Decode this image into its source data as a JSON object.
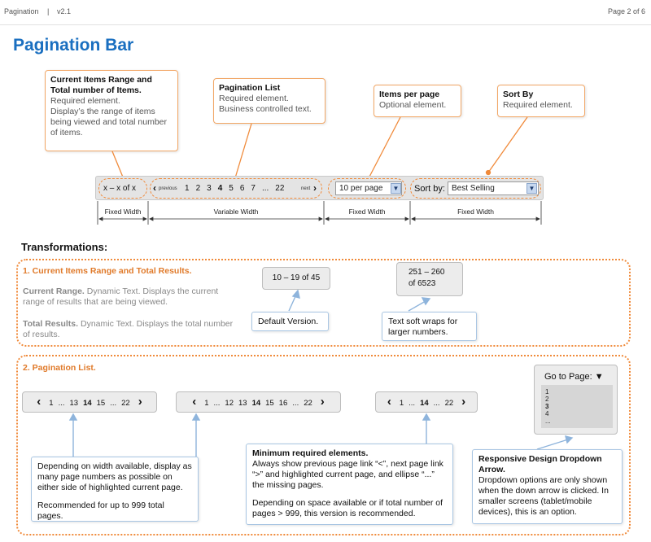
{
  "header": {
    "app": "Pagination",
    "separator": "|",
    "version": "v2.1",
    "page": "Page 2 of 6"
  },
  "title": "Pagination Bar",
  "callouts": {
    "range": {
      "title": "Current Items Range and Total number of Items.",
      "body": "Required element.\nDisplay’s the range of items being viewed and total number of items."
    },
    "list": {
      "title": "Pagination List",
      "body": "Required element.\nBusiness controlled text."
    },
    "per_page": {
      "title": "Items per page",
      "body": "Optional element."
    },
    "sort": {
      "title": "Sort By",
      "body": "Required element."
    }
  },
  "bar": {
    "range": "x – x of x",
    "prev_label": "previous",
    "next_label": "next",
    "pages": [
      "1",
      "2",
      "3",
      "4",
      "5",
      "6",
      "7",
      "...",
      "22"
    ],
    "current_page": "4",
    "per_page_value": "10 per page",
    "sort_label": "Sort by:",
    "sort_value": "Best Selling"
  },
  "widths": [
    "Fixed Width",
    "Variable Width",
    "Fixed Width",
    "Fixed Width"
  ],
  "transformations_heading": "Transformations:",
  "section1": {
    "title": "1. Current Items Range and Total Results.",
    "range_label": "Current Range.",
    "range_desc": " Dynamic Text. Displays the current range of results that are being viewed.",
    "total_label": "Total Results.",
    "total_desc": " Dynamic Text. Displays the total number of results.",
    "example_default": "10 – 19 of 45",
    "example_wrap_1": "251 – 260",
    "example_wrap_2": "of 6523",
    "note_default": "Default Version.",
    "note_wrap": "Text soft wraps for larger numbers."
  },
  "section2": {
    "title": "2. Pagination List.",
    "examples": [
      [
        "‹",
        "1",
        "...",
        "13",
        "14",
        "15",
        "...",
        "22",
        "›"
      ],
      [
        "‹",
        "1",
        "...",
        "12",
        "13",
        "14",
        "15",
        "16",
        "...",
        "22",
        "›"
      ],
      [
        "‹",
        "1",
        "...",
        "14",
        "...",
        "22",
        "›"
      ]
    ],
    "current": "14",
    "goto_title": "Go to Page: ▼",
    "goto_options": [
      "1",
      "2",
      "3",
      "4",
      "..."
    ],
    "goto_current": "3",
    "note_width": "Depending on width available, display as many page numbers as possible on either side of highlighted current page.",
    "note_width_2": "Recommended for up to 999 total pages.",
    "note_min_title": "Minimum required elements.",
    "note_min_body": "Always show previous page link “<”, next page link “>” and highlighted current page, and ellipse “...” the missing pages.",
    "note_min_body_2": "Depending on space available or if total number of pages > 999, this version is recommended.",
    "note_resp_title": "Responsive Design Dropdown Arrow.",
    "note_resp_body": "Dropdown options are only shown when the down arrow is clicked. In smaller screens (tablet/mobile devices), this is an option."
  },
  "colors": {
    "title_blue": "#1a6fc0",
    "accent_orange": "#f08a3a",
    "arrow_blue": "#8eb4dc"
  }
}
